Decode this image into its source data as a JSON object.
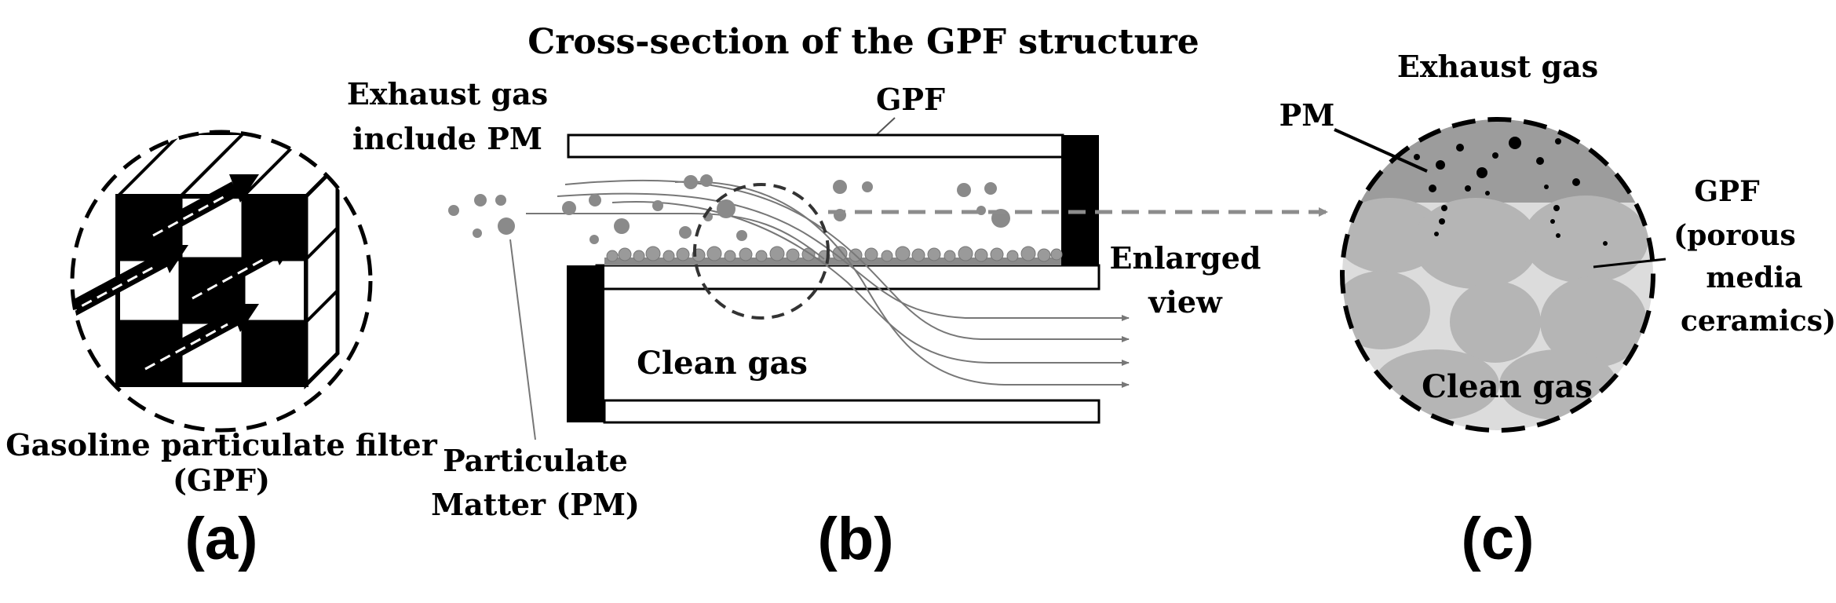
{
  "title": "Cross-section of the GPF structure",
  "panel_a": {
    "letter": "(a)",
    "caption_line1": "Gasoline particulate filter",
    "caption_line2": "(GPF)"
  },
  "panel_b": {
    "letter": "(b)",
    "exhaust_line1": "Exhaust gas",
    "exhaust_line2": "include PM",
    "gpf_label": "GPF",
    "clean_gas": "Clean gas",
    "pm_line1": "Particulate",
    "pm_line2": "Matter (PM)",
    "enlarged_line1": "Enlarged",
    "enlarged_line2": "view"
  },
  "panel_c": {
    "letter": "(c)",
    "exhaust": "Exhaust gas",
    "pm": "PM",
    "gpf_line1": "GPF",
    "gpf_line2": "(porous",
    "gpf_line3": "media",
    "gpf_line4": "ceramics)",
    "clean_gas": "Clean gas"
  },
  "colors": {
    "ink": "#000000",
    "particle": "#8a8a8a",
    "dust_layer": "#9a9a9a",
    "flow_line": "#777777",
    "arrow_dash": "#8c8c8c",
    "exhaust_zone": "#9c9c9c",
    "ceramic_bg": "#dcdcdc",
    "ceramic_blob": "#b5b5b5"
  }
}
